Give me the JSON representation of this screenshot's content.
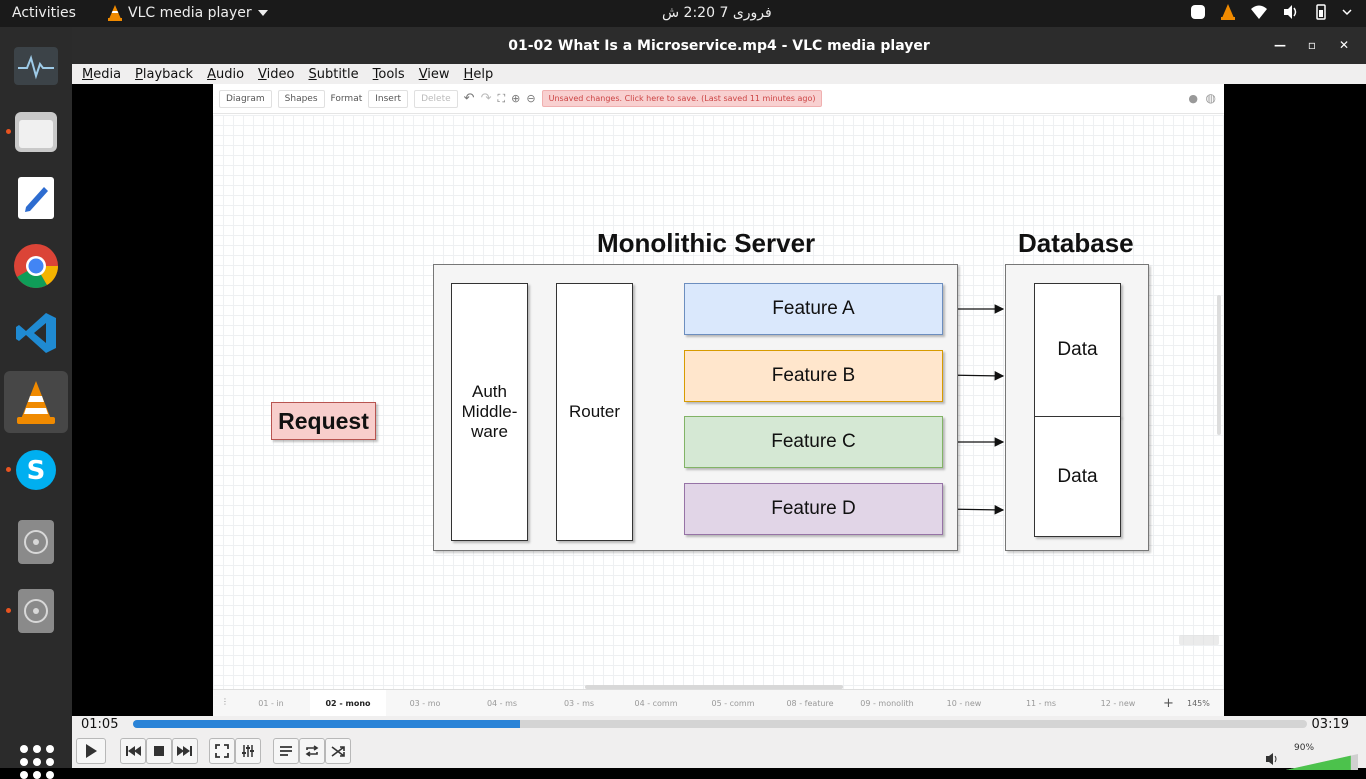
{
  "topbar": {
    "activities": "Activities",
    "app_name": "VLC media player",
    "clock": "فروری 7  2:20 ش"
  },
  "dock": {
    "items": [
      {
        "name": "system-monitor-icon",
        "running": false,
        "active": false
      },
      {
        "name": "files-icon",
        "running": true,
        "active": false
      },
      {
        "name": "text-editor-icon",
        "running": false,
        "active": false
      },
      {
        "name": "chrome-icon",
        "running": false,
        "active": false
      },
      {
        "name": "vscode-icon",
        "running": false,
        "active": false
      },
      {
        "name": "vlc-icon",
        "running": true,
        "active": true
      },
      {
        "name": "skype-icon",
        "running": true,
        "active": false
      },
      {
        "name": "disc-icon",
        "running": false,
        "active": false
      },
      {
        "name": "disc-icon",
        "running": true,
        "active": false
      }
    ]
  },
  "window": {
    "title": "01-02 What Is a Microservice.mp4 - VLC media player"
  },
  "menu": [
    "Media",
    "Playback",
    "Audio",
    "Video",
    "Subtitle",
    "Tools",
    "View",
    "Help"
  ],
  "drawio": {
    "toolbar": {
      "diagram": "Diagram",
      "shapes": "Shapes",
      "format": "Format",
      "insert": "Insert",
      "delete": "Delete",
      "unsaved": "Unsaved changes. Click here to save. (Last saved 11 minutes ago)"
    },
    "diagram": {
      "server_title": "Monolithic Server",
      "db_title": "Database",
      "request": "Request",
      "auth": "Auth Middle- ware",
      "router": "Router",
      "features": [
        {
          "label": "Feature A",
          "fill": "#dae8fc",
          "stroke": "#6c8ebf"
        },
        {
          "label": "Feature B",
          "fill": "#ffe6cc",
          "stroke": "#d79b00"
        },
        {
          "label": "Feature C",
          "fill": "#d5e8d4",
          "stroke": "#82b366"
        },
        {
          "label": "Feature D",
          "fill": "#e1d5e7",
          "stroke": "#9673a6"
        }
      ],
      "data": [
        "Data",
        "Data"
      ],
      "request_fill": "#f8cecc"
    },
    "pages": [
      "01 - in",
      "02 - mono",
      "03 - mo",
      "04 - ms",
      "03 - ms",
      "04 - comm",
      "05 - comm",
      "08 - feature",
      "09 - monolith",
      "10 - new",
      "11 - ms",
      "12 - new"
    ],
    "selected_page": 1,
    "zoom": "145%"
  },
  "player": {
    "current_time": "01:05",
    "total_time": "03:19",
    "progress": 0.33,
    "volume": "90%",
    "volume_level": 0.9,
    "accent": "#2a83d7"
  }
}
